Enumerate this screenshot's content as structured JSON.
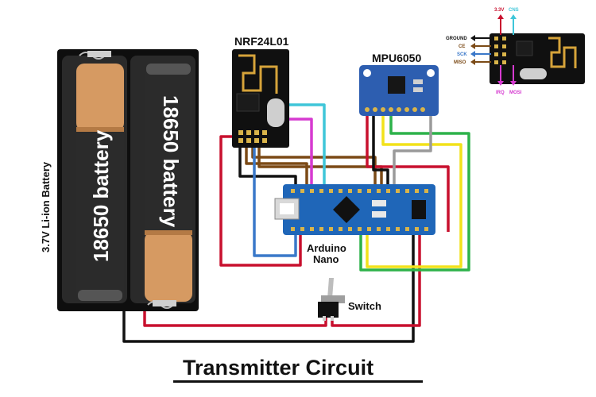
{
  "title": "Transmitter Circuit",
  "battery": {
    "side_label": "3.7V Li-ion Battery",
    "cell1_label": "18650 battery",
    "cell2_label": "18650 battery"
  },
  "modules": {
    "nrf": "NRF24L01",
    "mpu": "MPU6050",
    "arduino_line1": "Arduino",
    "arduino_line2": "Nano",
    "switch": "Switch"
  },
  "pinout": {
    "top_left": "3.3V",
    "top_right": "CNS",
    "left": [
      "GROUND",
      "CE",
      "SCK",
      "MISO"
    ],
    "bottom_left": "IRQ",
    "bottom_right": "MOSI"
  },
  "colors": {
    "red": "#c8102e",
    "black": "#111111",
    "brown": "#7b4a16",
    "blue": "#3a78c9",
    "cyan": "#3fc6d9",
    "magenta": "#d63ad0",
    "yellow": "#f2e21a",
    "green": "#2db24a",
    "gray": "#9a9a9a",
    "arduino": "#1f66b8",
    "mpu": "#2d5eb0"
  }
}
